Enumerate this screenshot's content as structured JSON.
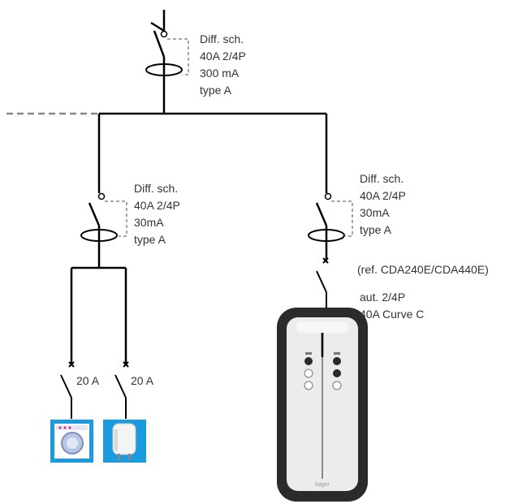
{
  "main_rcd": {
    "lines": [
      "Diff. sch.",
      "40A 2/4P",
      "300 mA",
      "type A"
    ]
  },
  "left_rcd": {
    "lines": [
      "Diff. sch.",
      "40A 2/4P",
      "30mA",
      "type A"
    ]
  },
  "right_rcd": {
    "lines": [
      "Diff. sch.",
      "40A 2/4P",
      "30mA",
      "type A"
    ]
  },
  "right_ref": "(ref. CDA240E/CDA440E)",
  "right_breaker": {
    "lines": [
      "aut. 2/4P",
      "40A Curve C"
    ]
  },
  "left_breaker_1": "20 A",
  "left_breaker_2": "20 A",
  "charger": {
    "brand": "hager"
  },
  "colors": {
    "wire": "#000000",
    "dash": "#888888",
    "appliance_blue": "#1a9be0",
    "charger_body": "#2b2b2b",
    "charger_face": "#ececec"
  },
  "icons": [
    "washing-machine-icon",
    "water-heater-icon",
    "ev-charger-icon"
  ]
}
